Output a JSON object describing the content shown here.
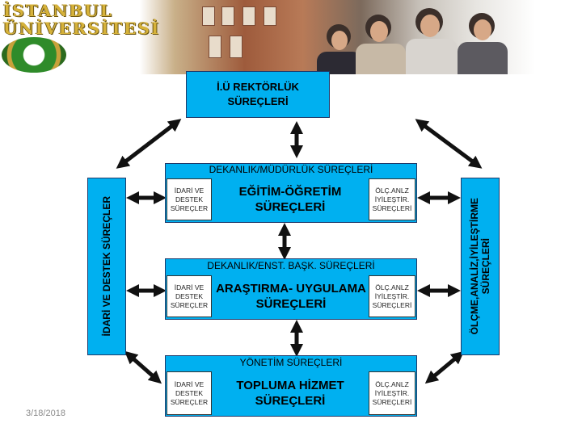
{
  "header": {
    "logo_line1": "İSTANBUL",
    "logo_line2": "ÜNİVERSİTESİ"
  },
  "rektorluk": {
    "line1": "İ.Ü REKTÖRLÜK",
    "line2": "SÜREÇLERİ"
  },
  "left_vertical": "İDARİ VE DESTEK SÜREÇLER",
  "right_vertical": {
    "line1": "ÖLÇME,ANALİZ,İYİLEŞTİRME",
    "line2": "SÜREÇLERİ"
  },
  "rows": [
    {
      "section_label": "DEKANLIK/MÜDÜRLÜK SÜREÇLERİ",
      "left_box": [
        "İDARİ VE",
        "DESTEK",
        "SÜREÇLER"
      ],
      "main_box": [
        "EĞİTİM-ÖĞRETİM",
        "SÜREÇLERİ"
      ],
      "right_box": [
        "ÖLÇ.ANLZ",
        "İYİLEŞTİR.",
        "SÜREÇLERİ"
      ]
    },
    {
      "section_label": "DEKANLIK/ENST. BAŞK. SÜREÇLERİ",
      "left_box": [
        "İDARİ VE",
        "DESTEK",
        "SÜREÇLER"
      ],
      "main_box": [
        "ARAŞTIRMA- UYGULAMA",
        "SÜREÇLERİ"
      ],
      "right_box": [
        "ÖLÇ.ANLZ",
        "İYİLEŞTİR.",
        "SÜREÇLERİ"
      ]
    },
    {
      "section_label": "YÖNETİM SÜREÇLERİ",
      "left_box": [
        "İDARİ VE",
        "DESTEK",
        "SÜREÇLER"
      ],
      "main_box": [
        "TOPLUMA HİZMET",
        "SÜREÇLERİ"
      ],
      "right_box": [
        "ÖLÇ.ANLZ",
        "İYİLEŞTİR.",
        "SÜREÇLERİ"
      ]
    }
  ],
  "footer": {
    "date": "3/18/2018"
  },
  "colors": {
    "box_fill": "#00b0f0",
    "arrow": "#111111"
  }
}
